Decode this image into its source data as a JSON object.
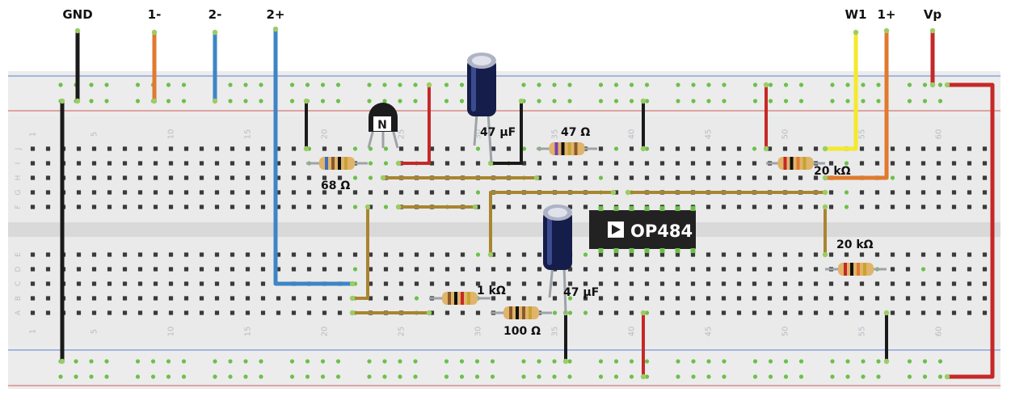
{
  "labels": {
    "gnd": "GND",
    "one_minus": "1-",
    "two_minus": "2-",
    "two_plus": "2+",
    "w1": "W1",
    "one_plus": "1+",
    "vp": "Vp"
  },
  "components": {
    "transistor_mark": "N",
    "r68": "68 Ω",
    "c47_top": "47 µF",
    "r47": "47 Ω",
    "chip": "OP484",
    "r20k_top": "20 kΩ",
    "r20k_bottom": "20 kΩ",
    "r1k": "1 kΩ",
    "r100": "100 Ω",
    "c47_bottom": "47 µF"
  },
  "column_numbers": [
    "1",
    "5",
    "10",
    "15",
    "20",
    "25",
    "30",
    "35",
    "40",
    "45",
    "50",
    "55",
    "60"
  ],
  "row_letters_top": [
    "J",
    "I",
    "H",
    "G",
    "F"
  ],
  "row_letters_bottom": [
    "E",
    "D",
    "C",
    "B",
    "A"
  ],
  "colors": {
    "black_wire": "#1a1a1a",
    "orange_wire": "#e07a2e",
    "blue_wire": "#3d85c6",
    "red_wire": "#c62828",
    "yellow_wire": "#f4ea2a",
    "jumper": "#a8852f",
    "active_hole": "#6cc04a"
  }
}
